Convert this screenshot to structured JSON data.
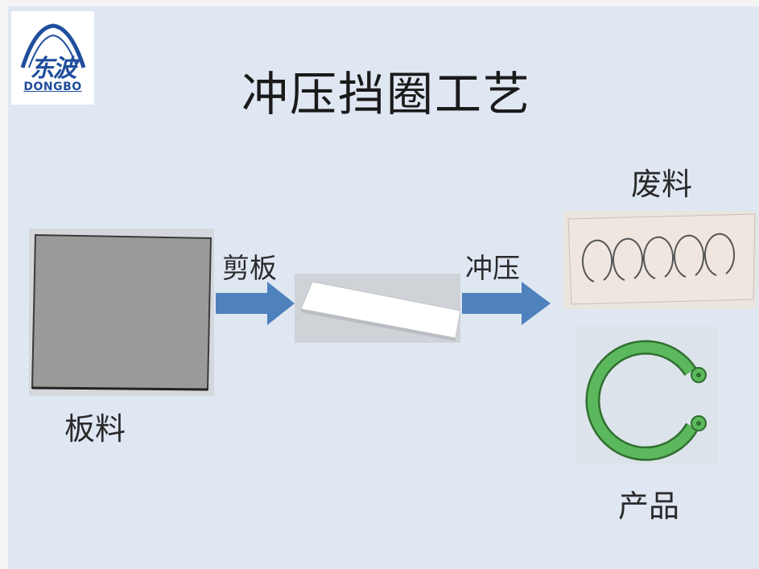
{
  "logo": {
    "mark_text": "东波",
    "brand_text": "DONGBO"
  },
  "title": "冲压挡圈工艺",
  "labels": {
    "sheet": "板料",
    "shear": "剪板",
    "punch": "冲压",
    "scrap": "废料",
    "product": "产品"
  },
  "colors": {
    "background": "#dfe7f2",
    "arrow": "#4f81bd",
    "sheet": "#9a9a9a",
    "ring": "#5cb85c",
    "logo": "#1f4e9c"
  }
}
